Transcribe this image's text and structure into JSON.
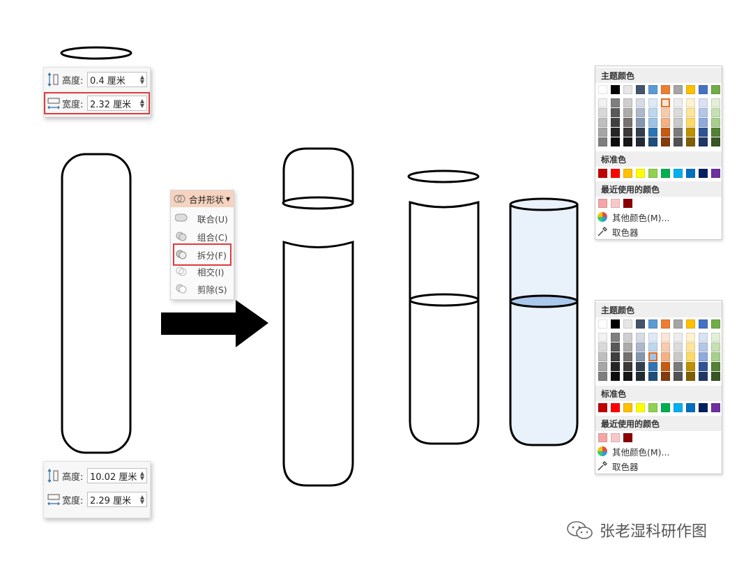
{
  "size_panel_top": {
    "height_label": "高度:",
    "height_value": "0.4 厘米",
    "width_label": "宽度:",
    "width_value": "2.32 厘米"
  },
  "size_panel_bottom": {
    "height_label": "高度:",
    "height_value": "10.02 厘米",
    "width_label": "宽度:",
    "width_value": "2.29 厘米"
  },
  "merge_menu": {
    "title": "合并形状",
    "items": [
      "联合(U)",
      "组合(C)",
      "拆分(F)",
      "相交(I)",
      "剪除(S)"
    ],
    "highlighted": "拆分(F)"
  },
  "color_picker": {
    "theme_colors_label": "主题颜色",
    "standard_colors_label": "标准色",
    "recent_colors_label": "最近使用的颜色",
    "more_colors_label": "其他颜色(M)...",
    "eyedropper_label": "取色器",
    "theme_top": [
      "#ffffff",
      "#000000",
      "#e7e6e6",
      "#44546a",
      "#5b9bd5",
      "#ed7d31",
      "#a5a5a5",
      "#ffc000",
      "#4472c4",
      "#70ad47"
    ],
    "theme_shades": [
      [
        "#f2f2f2",
        "#d9d9d9",
        "#bfbfbf",
        "#a6a6a6",
        "#7f7f7f"
      ],
      [
        "#7f7f7f",
        "#595959",
        "#404040",
        "#262626",
        "#0d0d0d"
      ],
      [
        "#d0cece",
        "#aeabab",
        "#757171",
        "#3a3838",
        "#171616"
      ],
      [
        "#d6dce4",
        "#adb9ca",
        "#8497b0",
        "#333f4f",
        "#222a35"
      ],
      [
        "#deebf6",
        "#bdd7ee",
        "#9dc3e6",
        "#2e75b5",
        "#1f4e79"
      ],
      [
        "#fbe5d5",
        "#f7cbac",
        "#f4b183",
        "#c55a11",
        "#833c0b"
      ],
      [
        "#ededed",
        "#dbdbdb",
        "#c9c9c9",
        "#7b7b7b",
        "#525252"
      ],
      [
        "#fff2cc",
        "#fee599",
        "#ffd965",
        "#bf9000",
        "#7f6000"
      ],
      [
        "#dae3f3",
        "#b4c7e7",
        "#8faadc",
        "#2f5496",
        "#1f3864"
      ],
      [
        "#e2efd9",
        "#c5e0b3",
        "#a8d08d",
        "#538135",
        "#375623"
      ]
    ],
    "standard": [
      "#c00000",
      "#ff0000",
      "#ffc000",
      "#ffff00",
      "#92d050",
      "#00b050",
      "#00b0f0",
      "#0070c0",
      "#002060",
      "#7030a0"
    ],
    "recent": [
      "#f4a6a6",
      "#f8c8c8",
      "#8b0000"
    ]
  },
  "colors": {
    "tube_liquid": "#a9c8ec",
    "tube_fill": "#e9f1fb",
    "highlight": "#e03a3a",
    "arrow": "#000000"
  },
  "watermark": {
    "text": "张老湿科研作图"
  }
}
